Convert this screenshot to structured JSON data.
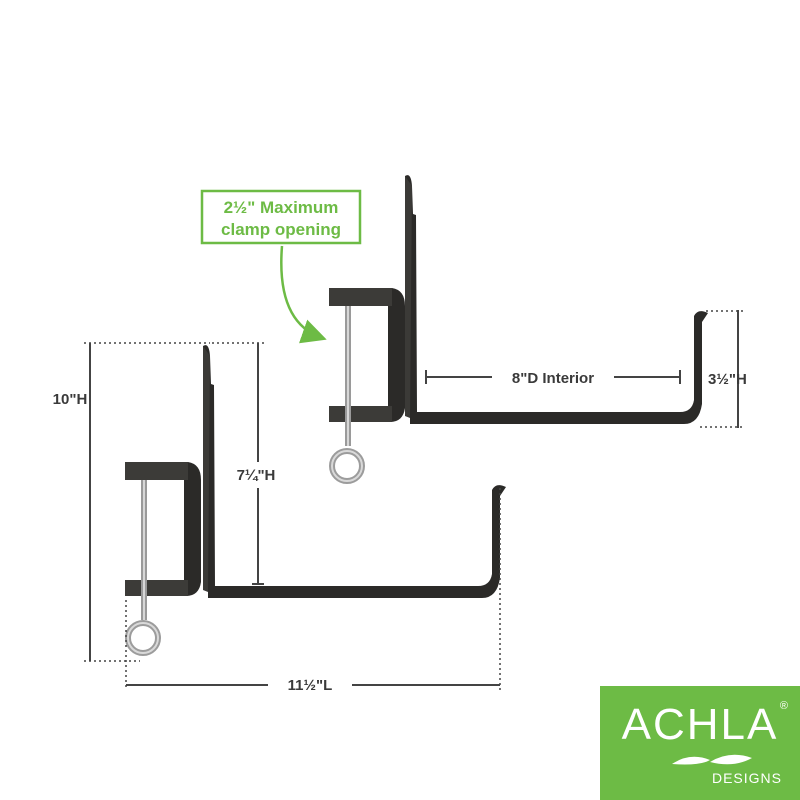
{
  "callout": {
    "line1": "2½\" Maximum",
    "line2": "clamp opening"
  },
  "dimensions": {
    "depth_interior": "8\"D Interior",
    "lip_height": "3½\"H",
    "total_height": "10\"H",
    "inner_height": "7¼\"H",
    "length": "11½\"L"
  },
  "logo": {
    "name": "ACHLA",
    "registered": "®",
    "sub": "DESIGNS"
  },
  "colors": {
    "accent": "#6dbb45",
    "bracket": "#2b2a28",
    "text": "#3a3a3a"
  }
}
